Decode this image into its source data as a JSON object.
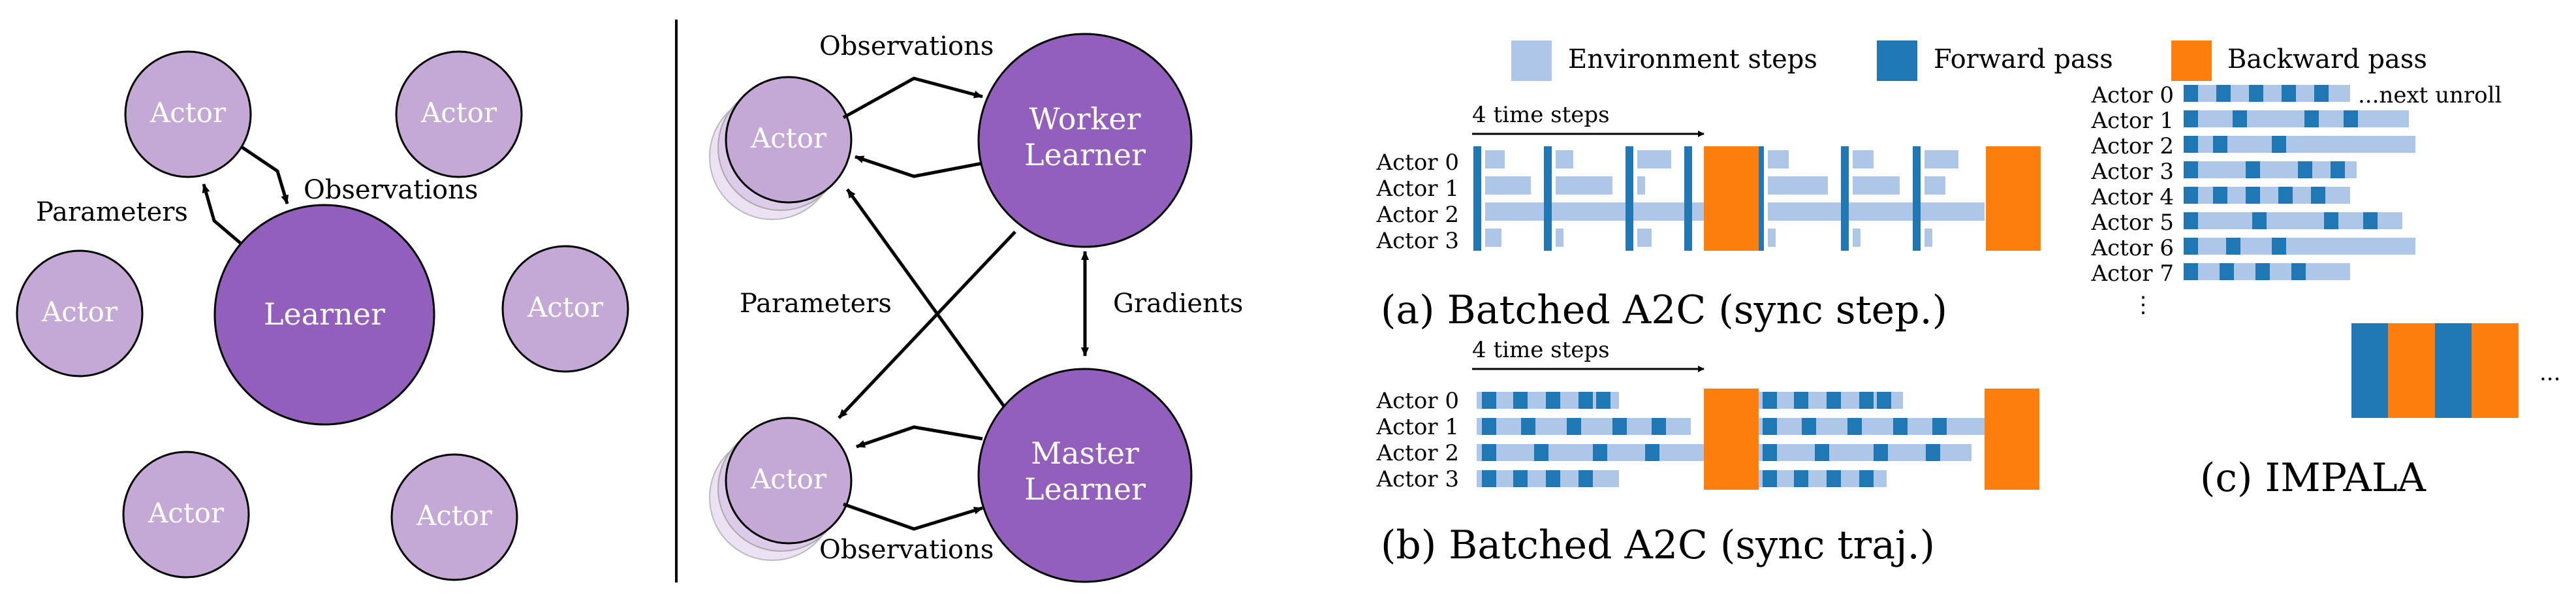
{
  "left_panel": {
    "actor_label": "Actor",
    "learner_label": "Learner",
    "parameters_label": "Parameters",
    "observations_label": "Observations"
  },
  "middle_panel": {
    "actor_label": "Actor",
    "worker_learner": [
      "Worker",
      "Learner"
    ],
    "master_learner": [
      "Master",
      "Learner"
    ],
    "observations_top": "Observations",
    "observations_bottom": "Observations",
    "parameters_label": "Parameters",
    "gradients_label": "Gradients"
  },
  "legend": {
    "env_steps": "Environment steps",
    "forward_pass": "Forward pass",
    "backward_pass": "Backward pass"
  },
  "panel_a": {
    "caption": "(a) Batched A2C (sync step.)",
    "time_arrow_label": "4 time steps",
    "actors": [
      "Actor 0",
      "Actor 1",
      "Actor 2",
      "Actor 3"
    ]
  },
  "panel_b": {
    "caption": "(b) Batched A2C (sync traj.)",
    "time_arrow_label": "4 time steps",
    "actors": [
      "Actor 0",
      "Actor 1",
      "Actor 2",
      "Actor 3"
    ]
  },
  "panel_c": {
    "caption": "(c) IMPALA",
    "actors": [
      "Actor 0",
      "Actor 1",
      "Actor 2",
      "Actor 3",
      "Actor 4",
      "Actor 5",
      "Actor 6",
      "Actor 7"
    ],
    "next_unroll": "...next unroll",
    "vertical_ellipsis": "⋮",
    "trailing_ellipsis": "..."
  },
  "colors": {
    "actor_fill": "#c4a8d6",
    "learner_fill": "#935fbd",
    "env_steps": "#aec7e8",
    "forward_pass": "#1f77b4",
    "backward_pass": "#ff7f0e",
    "stroke": "#000000"
  }
}
